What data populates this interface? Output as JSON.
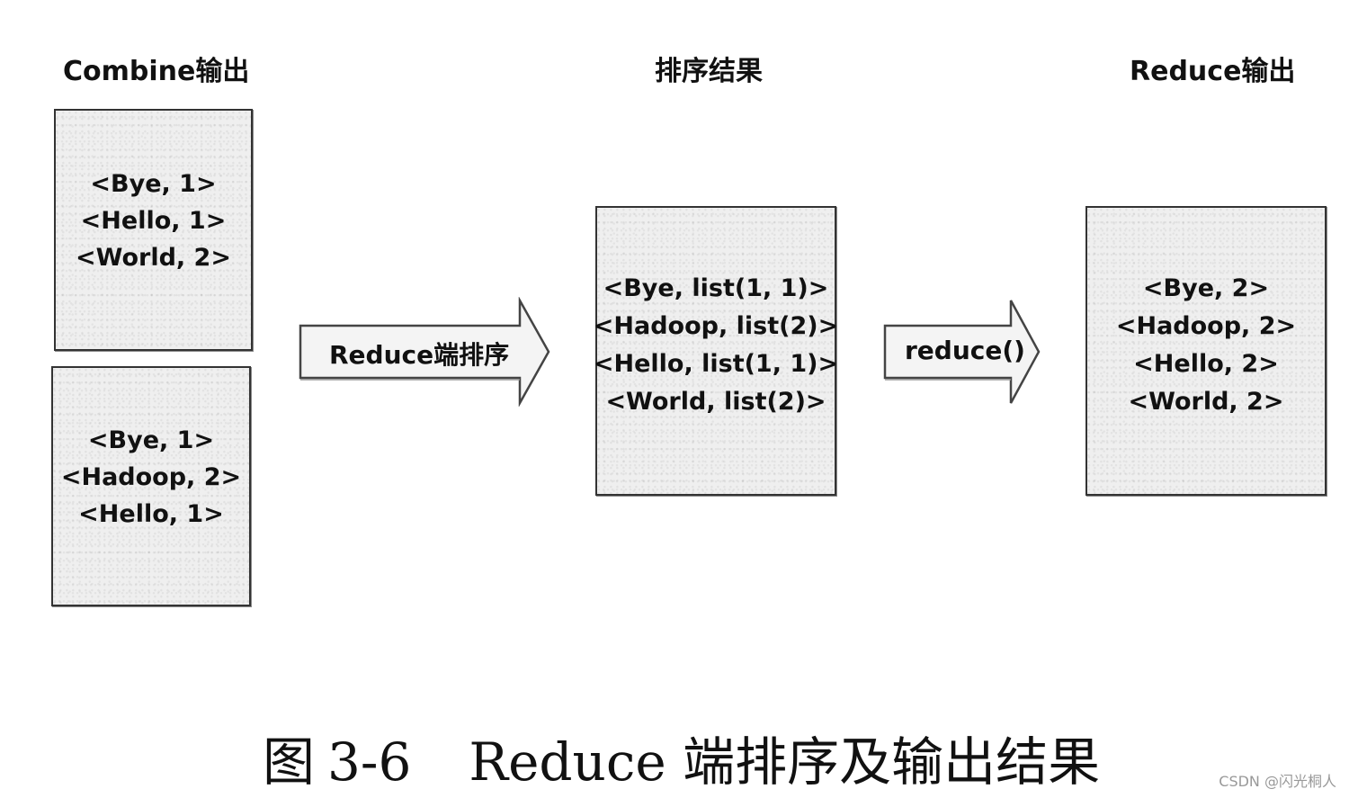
{
  "headings": {
    "combine_output": "Combine输出",
    "sort_result": "排序结果",
    "reduce_output": "Reduce输出"
  },
  "combine_box_1": {
    "lines": [
      "<Bye, 1>",
      "<Hello, 1>",
      "<World, 2>"
    ]
  },
  "combine_box_2": {
    "lines": [
      "<Bye, 1>",
      "<Hadoop, 2>",
      "<Hello, 1>"
    ]
  },
  "sort_box": {
    "lines": [
      "<Bye, list(1, 1)>",
      "<Hadoop, list(2)>",
      "<Hello, list(1, 1)>",
      "<World, list(2)>"
    ]
  },
  "reduce_box": {
    "lines": [
      "<Bye, 2>",
      "<Hadoop, 2>",
      "<Hello, 2>",
      "<World, 2>"
    ]
  },
  "arrows": {
    "reduce_sort": "Reduce端排序",
    "reduce_fn": "reduce()"
  },
  "caption": {
    "figure_label": "图",
    "figure_number": "3-6",
    "text": "Reduce 端排序及输出结果"
  },
  "watermark": "CSDN @闪光桐人"
}
